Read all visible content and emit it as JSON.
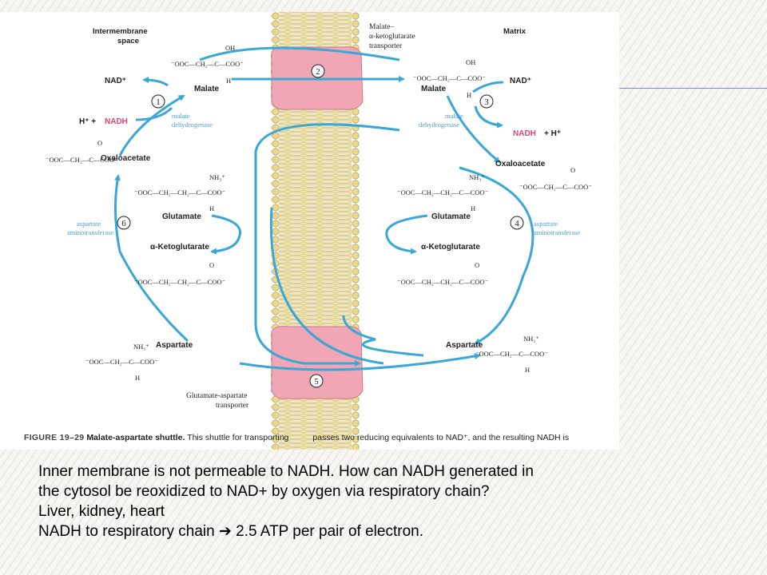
{
  "figure": {
    "compartment_left": [
      "Intermembrane",
      "space"
    ],
    "compartment_right": "Matrix",
    "transporter_top": [
      "Malate–",
      "α-ketoglutarate",
      "transporter"
    ],
    "transporter_bottom": [
      "Glutamate-aspartate",
      "transporter"
    ],
    "step_numbers": [
      "1",
      "2",
      "3",
      "4",
      "5",
      "6"
    ],
    "metabolites": {
      "malate": "Malate",
      "oxaloacetate": "Oxaloacetate",
      "glutamate": "Glutamate",
      "ketoglutarate": "α-Ketoglutarate",
      "aspartate": "Aspartate"
    },
    "cofactors": {
      "nad": "NAD⁺",
      "h": "H⁺ +",
      "nadh": "NADH",
      "nadh_h": "+ H⁺"
    },
    "enzymes": {
      "mdh": [
        "malate",
        "dehydrogenase"
      ],
      "ast": [
        "aspartate",
        "aminotransferase"
      ]
    },
    "structures": {
      "malate_oh": "OH",
      "malate_main": "⁻OOC—CH₂—C—COO⁻",
      "malate_h": "H",
      "oaa_o": "O",
      "oaa_main": "⁻OOC—CH₂—C—COO⁻",
      "glu_nh3": "NH₃⁺",
      "glu_main": "⁻OOC—CH₂—CH₂—C—COO⁻",
      "glu_h": "H",
      "akg_o": "O",
      "akg_main": "⁻OOC—CH₂—CH₂—C—COO⁻",
      "asp_nh3": "NH₃⁺",
      "asp_main": "⁻OOC—CH₂—C—COO⁻",
      "asp_h": "H"
    }
  },
  "caption": {
    "figure_label": "FIGURE 19–29",
    "title": "Malate-aspartate shuttle.",
    "text_a": "This shuttle for transporting",
    "text_b": "passes two reducing equivalents to NAD⁺, and the resulting NADH is"
  },
  "body": {
    "lines": [
      "Inner membrane is not permeable to NADH. How can NADH generated in",
      "the cytosol be reoxidized to NAD+ by oxygen via respiratory chain?",
      "Liver, kidney, heart",
      "NADH to respiratory chain  ➔ 2.5 ATP per pair of electron."
    ]
  },
  "colors": {
    "arrow": "#3aa7d6",
    "nadh": "#e0457b",
    "transporter": "#f0a6b4",
    "membrane_head": "#f3e39a",
    "enzyme_text": "#4a9fd0",
    "accent_line": "#6d8fc9"
  }
}
